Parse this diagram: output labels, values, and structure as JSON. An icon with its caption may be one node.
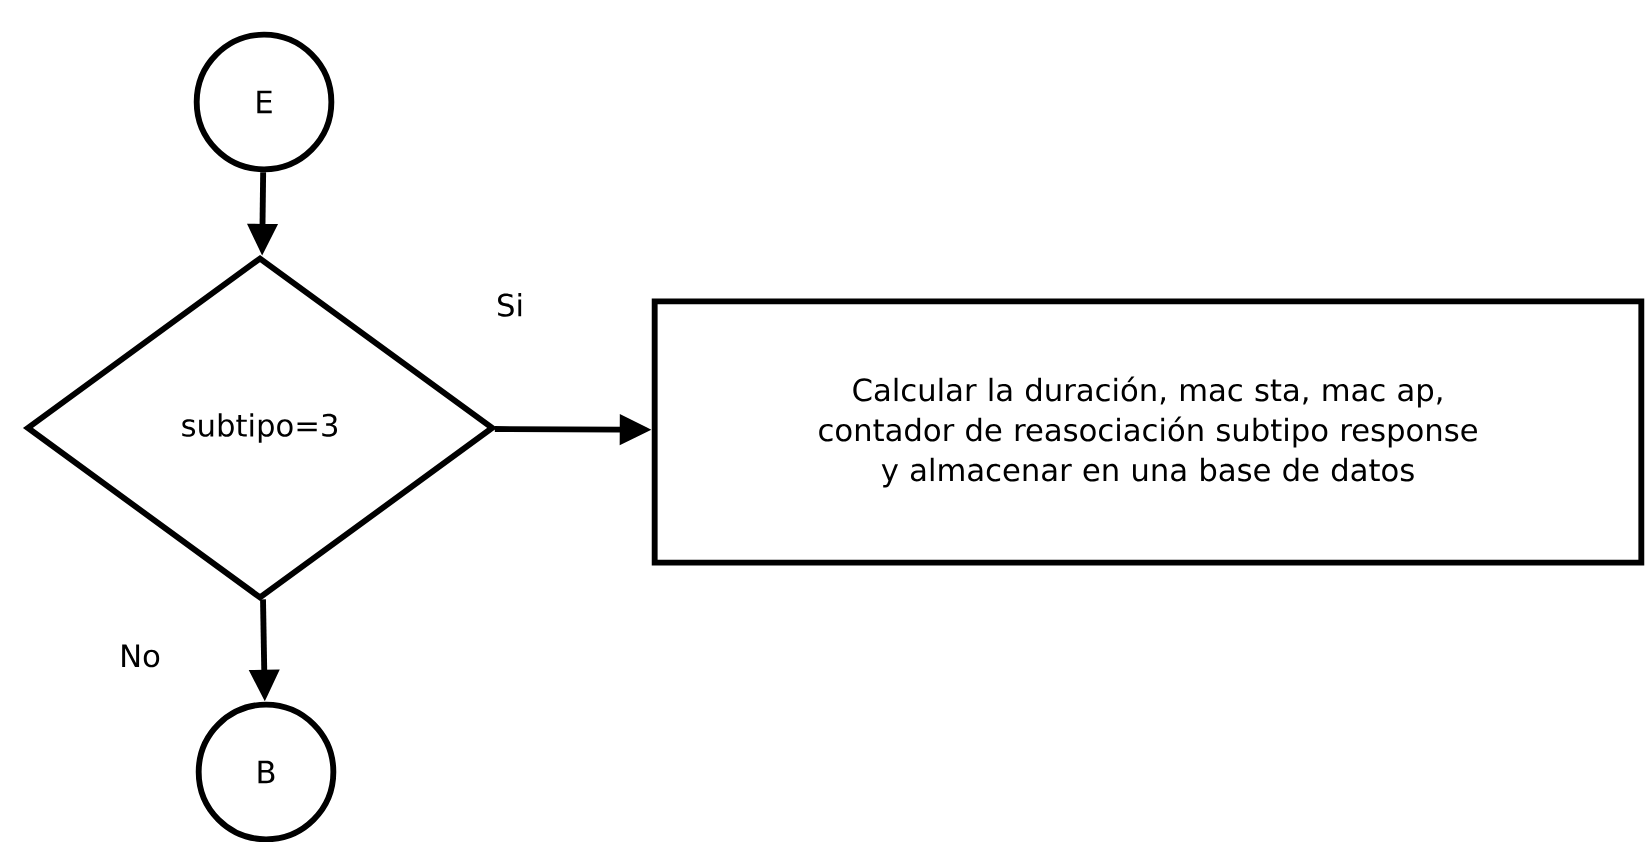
{
  "diagram": {
    "nodes": [
      {
        "text": [
          "E"
        ]
      },
      {
        "text": [
          "subtipo=3"
        ]
      },
      {
        "text": [
          "Calcular la duración, mac sta, mac ap, contador de reasociación subtipo response y almacenar en una base de datos"
        ]
      },
      {
        "text": [
          "B"
        ]
      }
    ],
    "edges": [
      {
        "from": 0,
        "to": 1,
        "arrow": "to"
      },
      {
        "from": 1,
        "to": 2,
        "arrow": "to",
        "label": "Si"
      },
      {
        "from": 1,
        "to": 3,
        "arrow": "to",
        "label": "No"
      }
    ]
  }
}
